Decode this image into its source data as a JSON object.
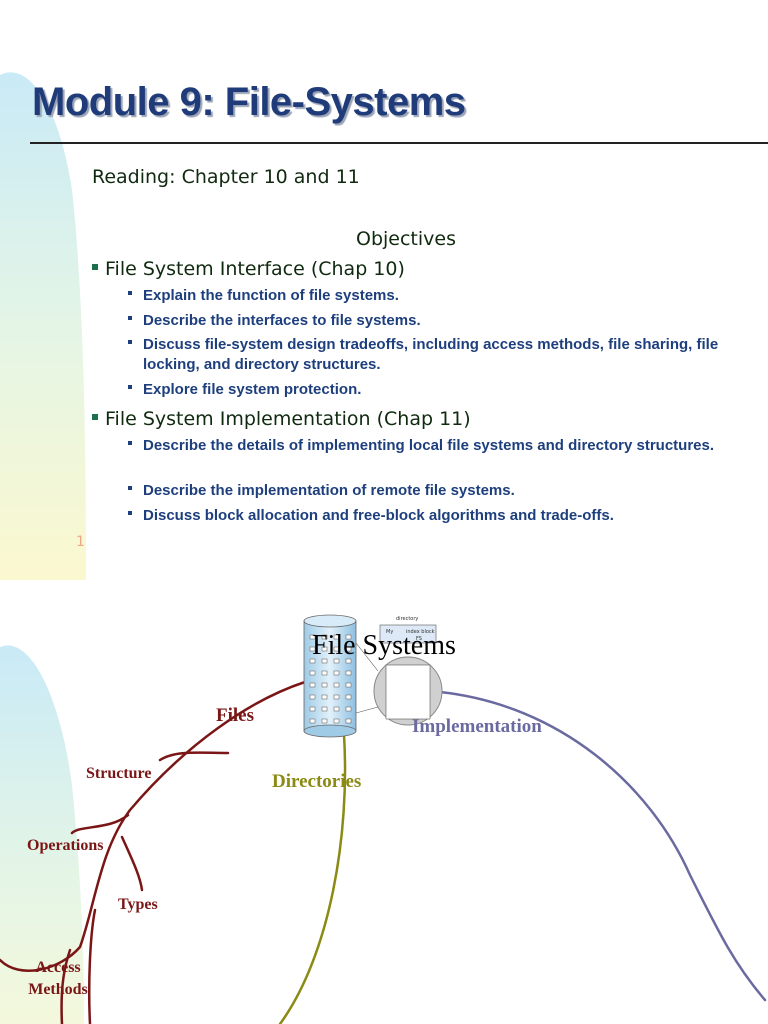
{
  "slide1": {
    "title": "Module 9:  File-Systems",
    "reading": "Reading: Chapter 10 and 11",
    "objectives_heading": "Objectives",
    "sections": [
      {
        "heading": "File System Interface (Chap 10)",
        "items": [
          "Explain the function of file systems.",
          "Describe the interfaces to file systems.",
          "Discuss file-system design tradeoffs, including access methods, file sharing, file locking, and directory structures.",
          "Explore file system protection."
        ]
      },
      {
        "heading": "File System Implementation (Chap 11)",
        "items": [
          "Describe the details of implementing local file systems and directory structures.",
          "Describe the implementation of remote file systems.",
          "Discuss block allocation and free-block algorithms and trade-offs."
        ]
      }
    ],
    "page_number": "1"
  },
  "slide2": {
    "center_title": "File Systems",
    "branches": {
      "files": "Files",
      "structure": "Structure",
      "operations": "Operations",
      "types": "Types",
      "access_methods": "Access Methods",
      "directories": "Directories",
      "implementation": "Implementation"
    },
    "image_text": {
      "directory": "directory",
      "my": "My",
      "index_block": "index block",
      "fs": "FS"
    },
    "colors": {
      "files_branch": "#7a1616",
      "directories_branch": "#8a8a14",
      "implementation_branch": "#6a6aa0"
    }
  }
}
